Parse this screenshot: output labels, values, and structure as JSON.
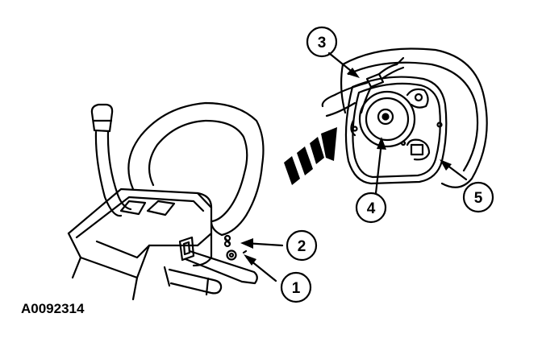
{
  "figure": {
    "id_label": "A0092314",
    "callouts": [
      {
        "label": "1"
      },
      {
        "label": "2"
      },
      {
        "label": "3"
      },
      {
        "label": "4"
      },
      {
        "label": "5"
      }
    ]
  }
}
